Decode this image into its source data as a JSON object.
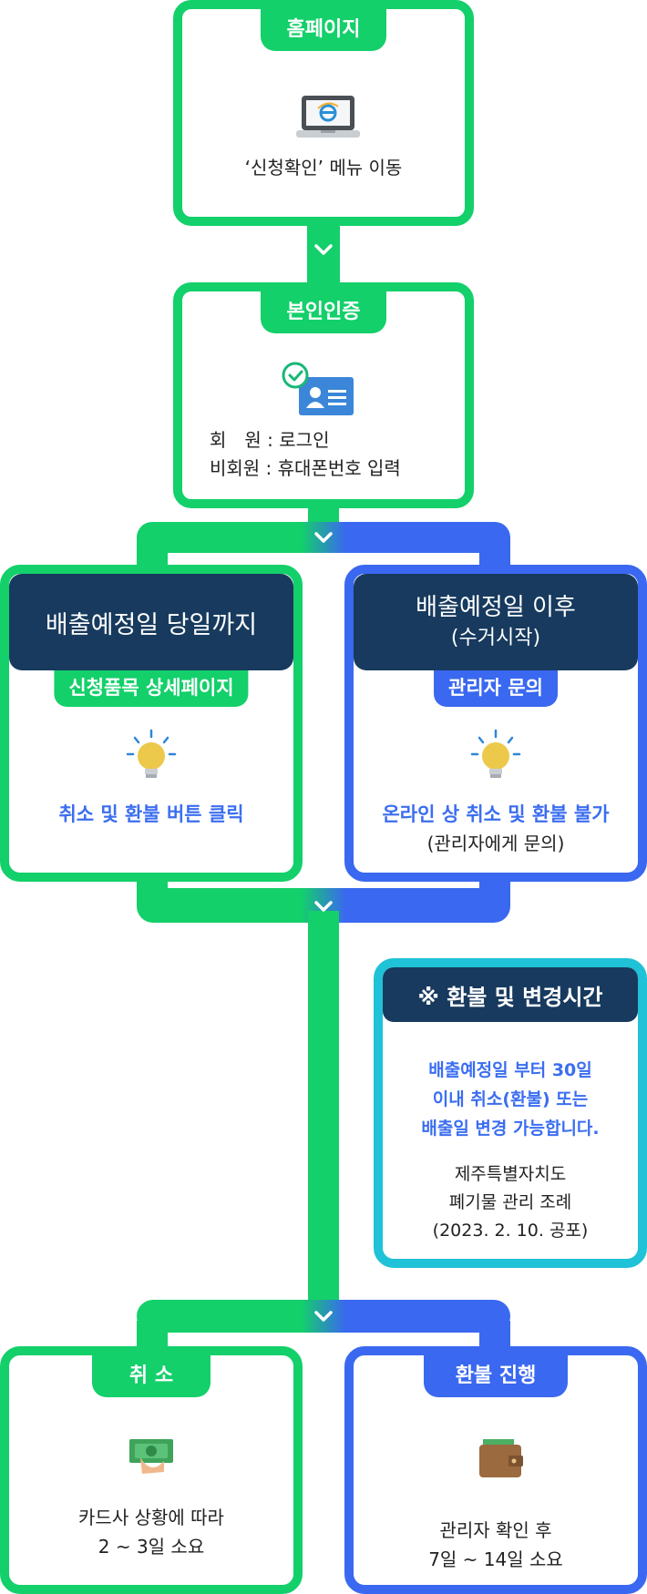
{
  "colors": {
    "green": "#13d06a",
    "blue": "#3a68f0",
    "navy": "#173a5e",
    "cyan": "#1fc2d6",
    "text_blue": "#3b6ef0"
  },
  "step1": {
    "title": "홈페이지",
    "icon": "laptop-browser-icon",
    "desc": "‘신청확인’ 메뉴 이동"
  },
  "step2": {
    "title": "본인인증",
    "icon": "id-card-check-icon",
    "line1_label": "회　원 :",
    "line1_value": "로그인",
    "line2_label": "비회원 :",
    "line2_value": "휴대폰번호 입력"
  },
  "left_branch": {
    "header": "배출예정일 당일까지",
    "subtab": "신청품목 상세페이지",
    "icon": "lightbulb-icon",
    "desc": "취소 및 환불 버튼 클릭"
  },
  "right_branch": {
    "header_line1": "배출예정일 이후",
    "header_line2": "(수거시작)",
    "subtab": "관리자 문의",
    "icon": "lightbulb-icon",
    "desc_line1": "온라인 상 취소 및 환불 불가",
    "desc_line2": "(관리자에게 문의)"
  },
  "notice": {
    "title": "※ 환불 및 변경시간",
    "highlight_line1": "배출예정일 부터 30일",
    "highlight_line2": "이내 취소(환불) 또는",
    "highlight_line3": "배출일 변경 가능합니다.",
    "law_line1": "제주특별자치도",
    "law_line2": "폐기물 관리 조례",
    "law_line3": "(2023. 2. 10. 공포)"
  },
  "cancel": {
    "title": "취 소",
    "icon": "money-hand-icon",
    "desc_line1": "카드사 상황에 따라",
    "desc_line2": "2 ~ 3일 소요"
  },
  "refund": {
    "title": "환불 진행",
    "icon": "wallet-icon",
    "desc_line1": "관리자 확인 후",
    "desc_line2": "7일 ~ 14일 소요"
  }
}
